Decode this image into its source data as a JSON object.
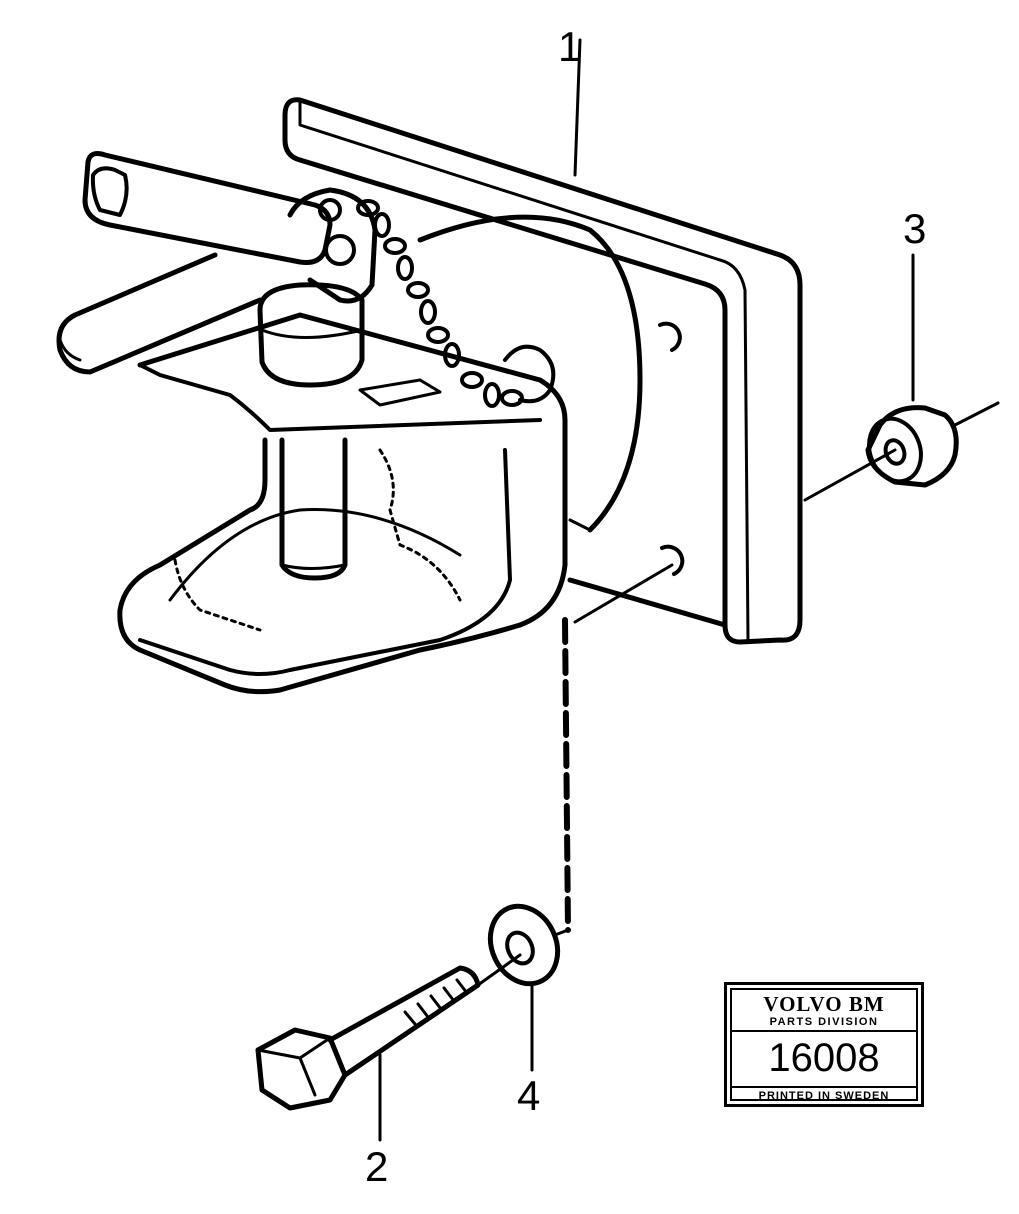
{
  "callouts": {
    "one": "1",
    "two": "2",
    "three": "3",
    "four": "4"
  },
  "stamp": {
    "brand": "VOLVO BM",
    "division": "PARTS DIVISION",
    "number": "16008",
    "printed": "PRINTED IN SWEDEN"
  },
  "colors": {
    "ink": "#000000",
    "paper": "#ffffff"
  }
}
